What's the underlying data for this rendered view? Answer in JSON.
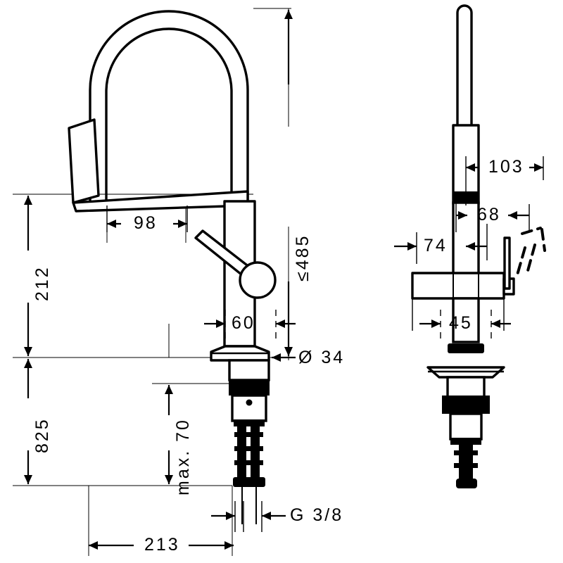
{
  "drawing": {
    "title": "Kitchen mixer technical dimension drawing",
    "type": "technical-dimension-drawing",
    "units": "mm",
    "line_color": "#000000",
    "background_color": "#ffffff",
    "views": [
      {
        "name": "side-view",
        "position": "left"
      },
      {
        "name": "front-view",
        "position": "right"
      }
    ]
  },
  "dimensions": {
    "side_view": {
      "overall_height_max": "≤485",
      "spout_height": "212",
      "mounting_depth": "825",
      "spout_offset": "98",
      "body_width": "60",
      "base_diameter": "Ø  34",
      "max_deck_thickness": "max. 70",
      "connection_thread": "G 3/8",
      "overall_reach": "213"
    },
    "front_view": {
      "handle_swing_width": "103",
      "handle_offset": "68",
      "left_arm": "74",
      "body_width": "45"
    }
  },
  "labels": {
    "height_max": "≤485",
    "spout_height": "212",
    "deck_to_end": "825",
    "head_offset": "98",
    "body_width_side": "60",
    "diameter": "Ø  34",
    "max_thickness": "max. 70",
    "thread": "G 3/8",
    "reach": "213",
    "swing": "103",
    "offset68": "68",
    "offset74": "74",
    "body_width_front": "45"
  }
}
